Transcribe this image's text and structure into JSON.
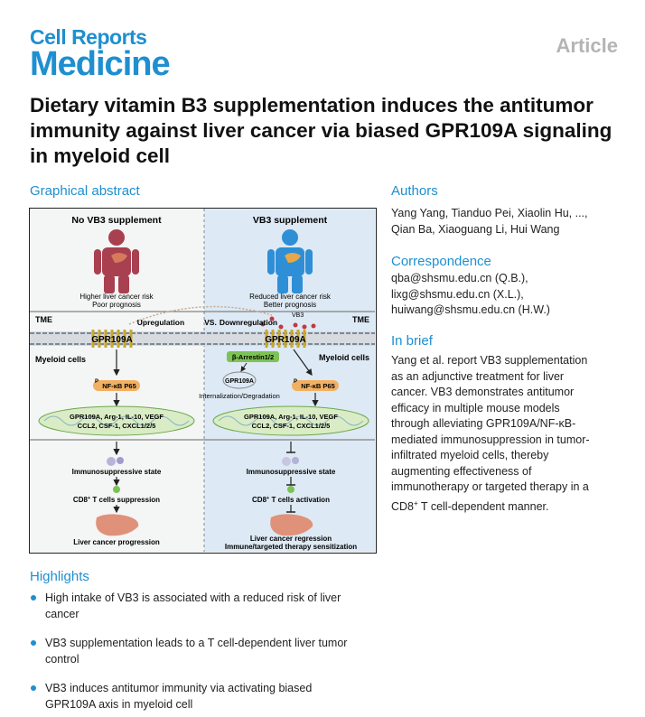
{
  "header": {
    "journal_line1": "Cell Reports",
    "journal_line2": "Medicine",
    "article_type": "Article"
  },
  "title": "Dietary vitamin B3 supplementation induces the antitumor immunity against liver cancer via biased GPR109A signaling in myeloid cell",
  "graphical_abstract": {
    "heading": "Graphical abstract",
    "left_title": "No VB3 supplement",
    "right_title": "VB3 supplement",
    "left_outcome_1": "Higher liver cancer risk",
    "left_outcome_2": "Poor prognosis",
    "right_outcome_1": "Reduced liver cancer risk",
    "right_outcome_2": "Better prognosis",
    "tme": "TME",
    "vb3": "VB3",
    "reg_up": "Upregulation",
    "reg_vs": "VS.",
    "reg_down": "Downregulation",
    "receptor": "GPR109A",
    "myeloid": "Myeloid cells",
    "arrestin": "β-Arrestin1/2",
    "internal_receptor": "GPR109A",
    "internalization": "Internalization/Degradation",
    "nfkb_p": "P",
    "nfkb": "NF-κB P65",
    "genes_1": "GPR109A, Arg-1, IL-10, VEGF",
    "genes_2": "CCL2, CSF-1, CXCL1/2/5",
    "immuno": "Immunosuppressive state",
    "cd8": "CD8",
    "cd8_sup": "+",
    "left_tcell": " T cells suppression",
    "right_tcell": " T cells activation",
    "left_final": "Liver cancer progression",
    "right_final_1": "Liver cancer regression",
    "right_final_2": "Immune/targeted therapy sensitization"
  },
  "authors": {
    "heading": "Authors",
    "line1": "Yang Yang, Tianduo Pei, Xiaolin Hu, ...,",
    "line2": "Qian Ba, Xiaoguang Li, Hui Wang"
  },
  "correspondence": {
    "heading": "Correspondence",
    "line1": "qba@shsmu.edu.cn (Q.B.),",
    "line2": "lixg@shsmu.edu.cn (X.L.),",
    "line3": "huiwang@shsmu.edu.cn (H.W.)"
  },
  "in_brief": {
    "heading": "In brief",
    "lines": [
      "Yang et al. report VB3 supplementation",
      "as an adjunctive treatment for liver",
      "cancer. VB3 demonstrates antitumor",
      "efficacy in multiple mouse models",
      "through alleviating GPR109A/NF-κB-",
      "mediated immunosuppression in tumor-",
      "infiltrated myeloid cells, thereby",
      "augmenting effectiveness of",
      "immunotherapy or targeted therapy in a"
    ],
    "last_pre": "CD8",
    "last_sup": "+",
    "last_post": " T cell-dependent manner."
  },
  "highlights": {
    "heading": "Highlights",
    "items": [
      {
        "line1": "High intake of VB3 is associated with a reduced risk of liver",
        "line2": "cancer"
      },
      {
        "line1": "VB3 supplementation leads to a T cell-dependent liver tumor",
        "line2": "control"
      },
      {
        "line1": "VB3 induces antitumor immunity via activating biased",
        "line2": "GPR109A axis in myeloid cell"
      }
    ]
  },
  "colors": {
    "brand_blue": "#1e8fd0",
    "person_left": "#a84050",
    "person_right": "#2e8fd6",
    "right_panel_bg": "#dde9f4",
    "liver": "#e0917a"
  }
}
